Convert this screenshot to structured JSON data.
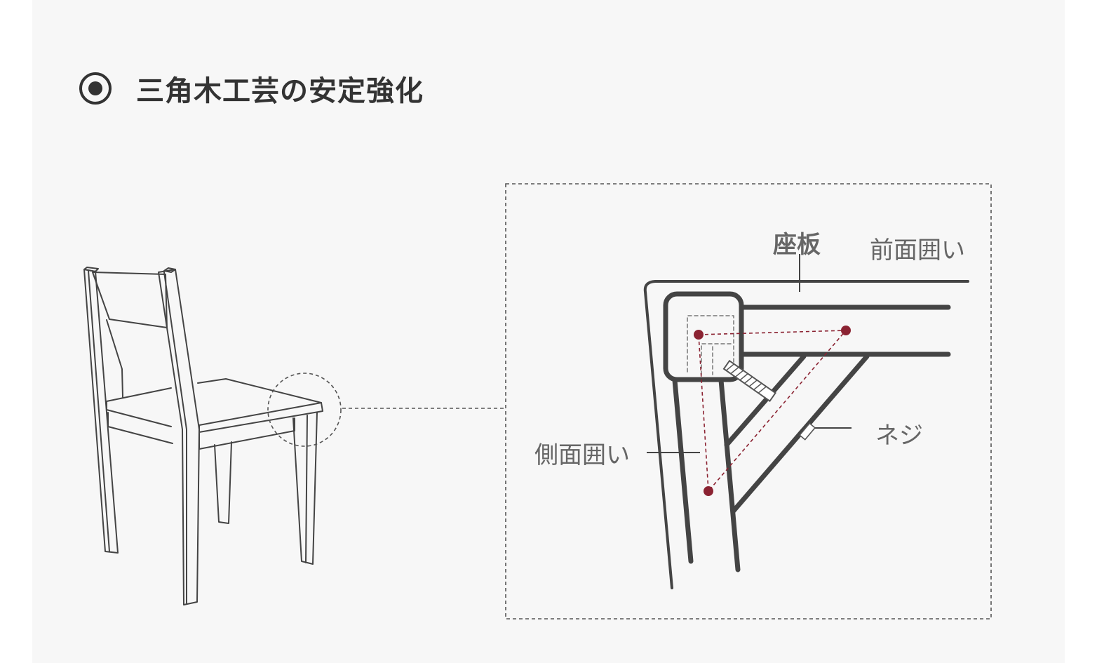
{
  "header": {
    "title": "三角木工芸の安定強化"
  },
  "icons": {
    "header_icon": "radio-selected-icon"
  },
  "detail": {
    "labels": {
      "seat_board": "座板",
      "front_rail": "前面囲い",
      "side_rail": "側面囲い",
      "screw": "ネジ"
    }
  },
  "colors": {
    "line": "#444444",
    "accent": "#8b2332",
    "label": "#666666",
    "background": "#f7f7f7"
  }
}
